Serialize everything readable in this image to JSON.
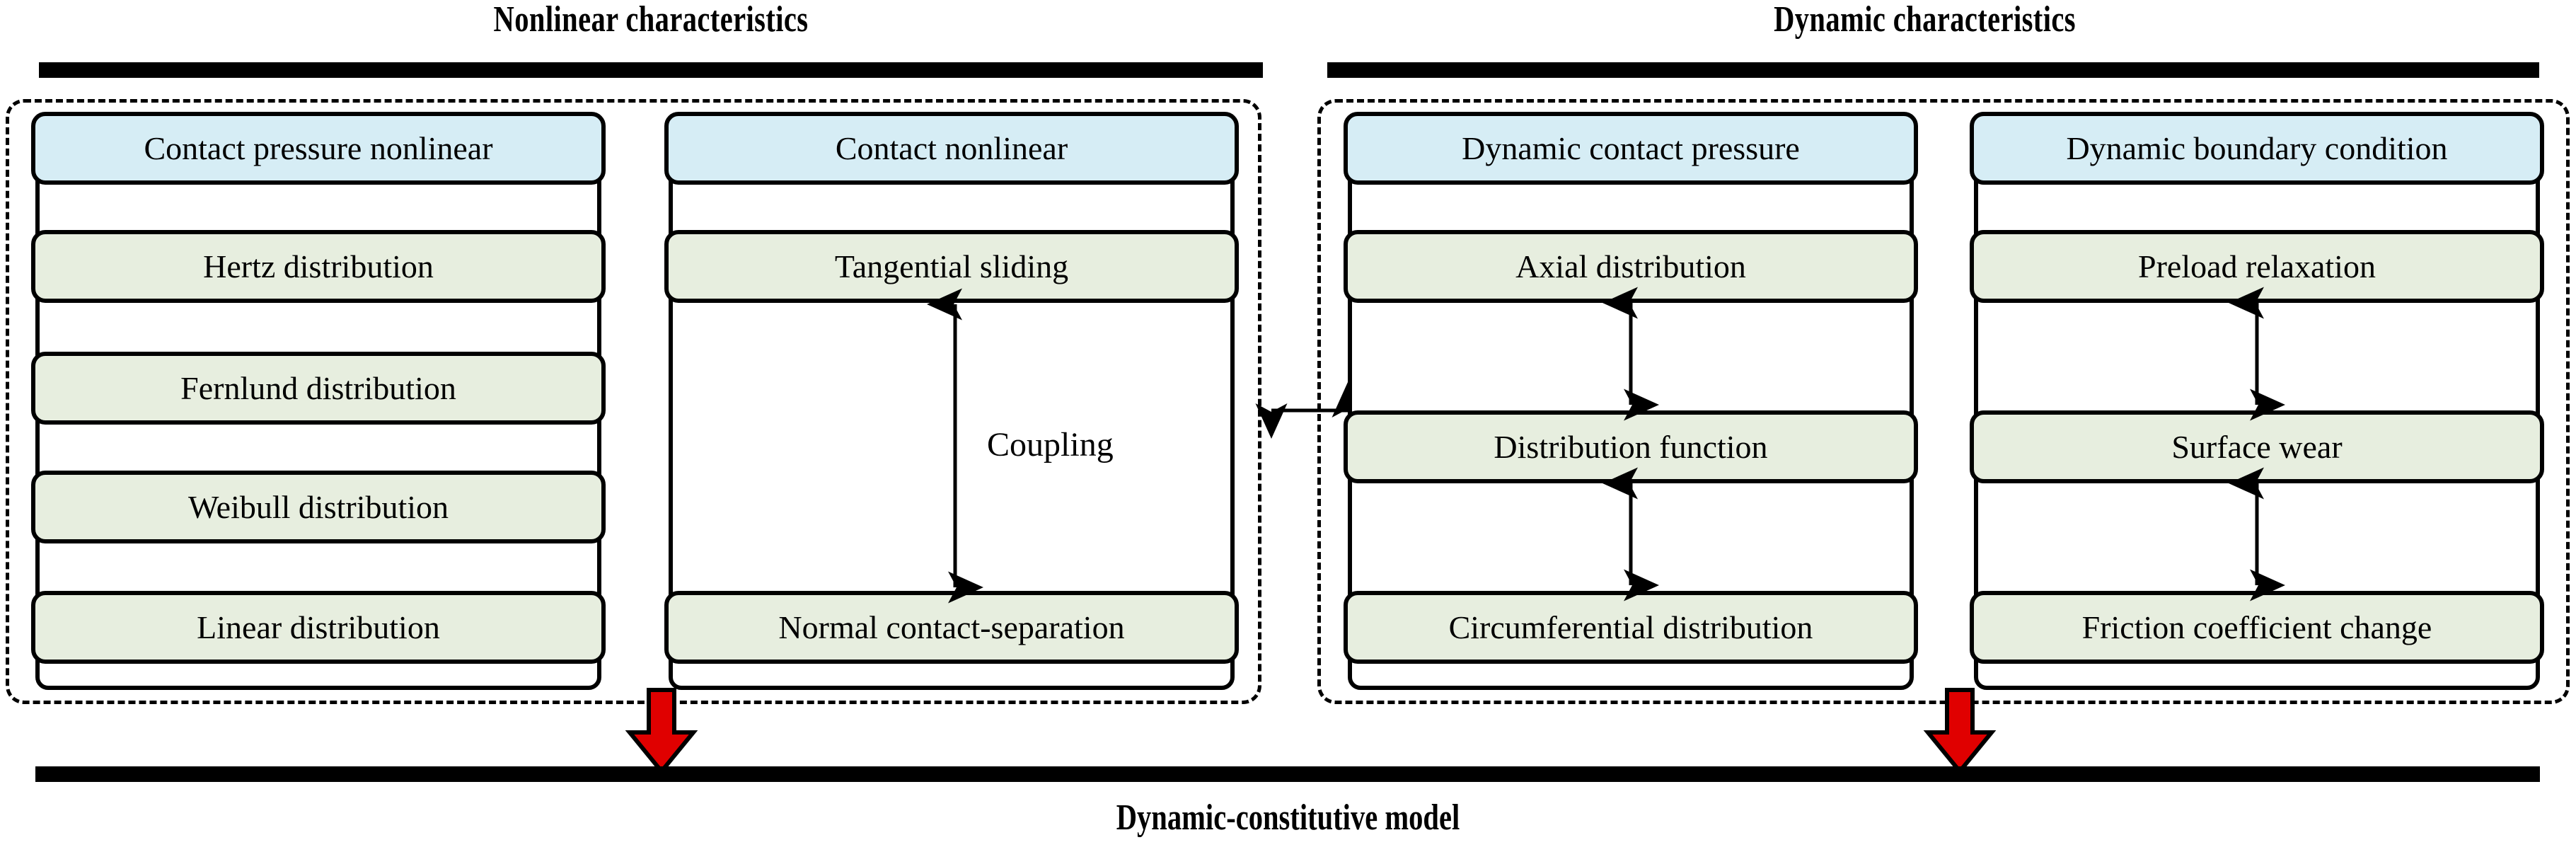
{
  "sections": {
    "left": {
      "title": "Nonlinear characteristics"
    },
    "right": {
      "title": "Dynamic characteristics"
    }
  },
  "columns": [
    {
      "id": "contact-pressure-nonlinear",
      "header": {
        "label": "Contact pressure nonlinear",
        "color": "#d6edf5"
      },
      "items": [
        {
          "label": "Hertz distribution"
        },
        {
          "label": "Fernlund distribution"
        },
        {
          "label": "Weibull distribution"
        },
        {
          "label": "Linear distribution"
        }
      ]
    },
    {
      "id": "contact-nonlinear",
      "header": {
        "label": "Contact nonlinear",
        "color": "#d6edf5"
      },
      "items": [
        {
          "label": "Tangential sliding"
        },
        {
          "label": "Normal contact-separation"
        }
      ],
      "coupling_label": "Coupling"
    },
    {
      "id": "dynamic-contact-pressure",
      "header": {
        "label": "Dynamic contact pressure",
        "color": "#d6edf5"
      },
      "items": [
        {
          "label": "Axial distribution"
        },
        {
          "label": "Distribution function"
        },
        {
          "label": "Circumferential distribution"
        }
      ]
    },
    {
      "id": "dynamic-boundary-condition",
      "header": {
        "label": "Dynamic boundary condition",
        "color": "#d6edf5"
      },
      "items": [
        {
          "label": "Preload relaxation"
        },
        {
          "label": "Surface wear"
        },
        {
          "label": "Friction coefficient change"
        }
      ]
    }
  ],
  "footer": {
    "title": "Dynamic-constitutive model"
  },
  "colors": {
    "header_fill": "#d6edf5",
    "item_fill": "#e7eedf",
    "stroke": "#000000",
    "arrow_red": "#e00000"
  }
}
